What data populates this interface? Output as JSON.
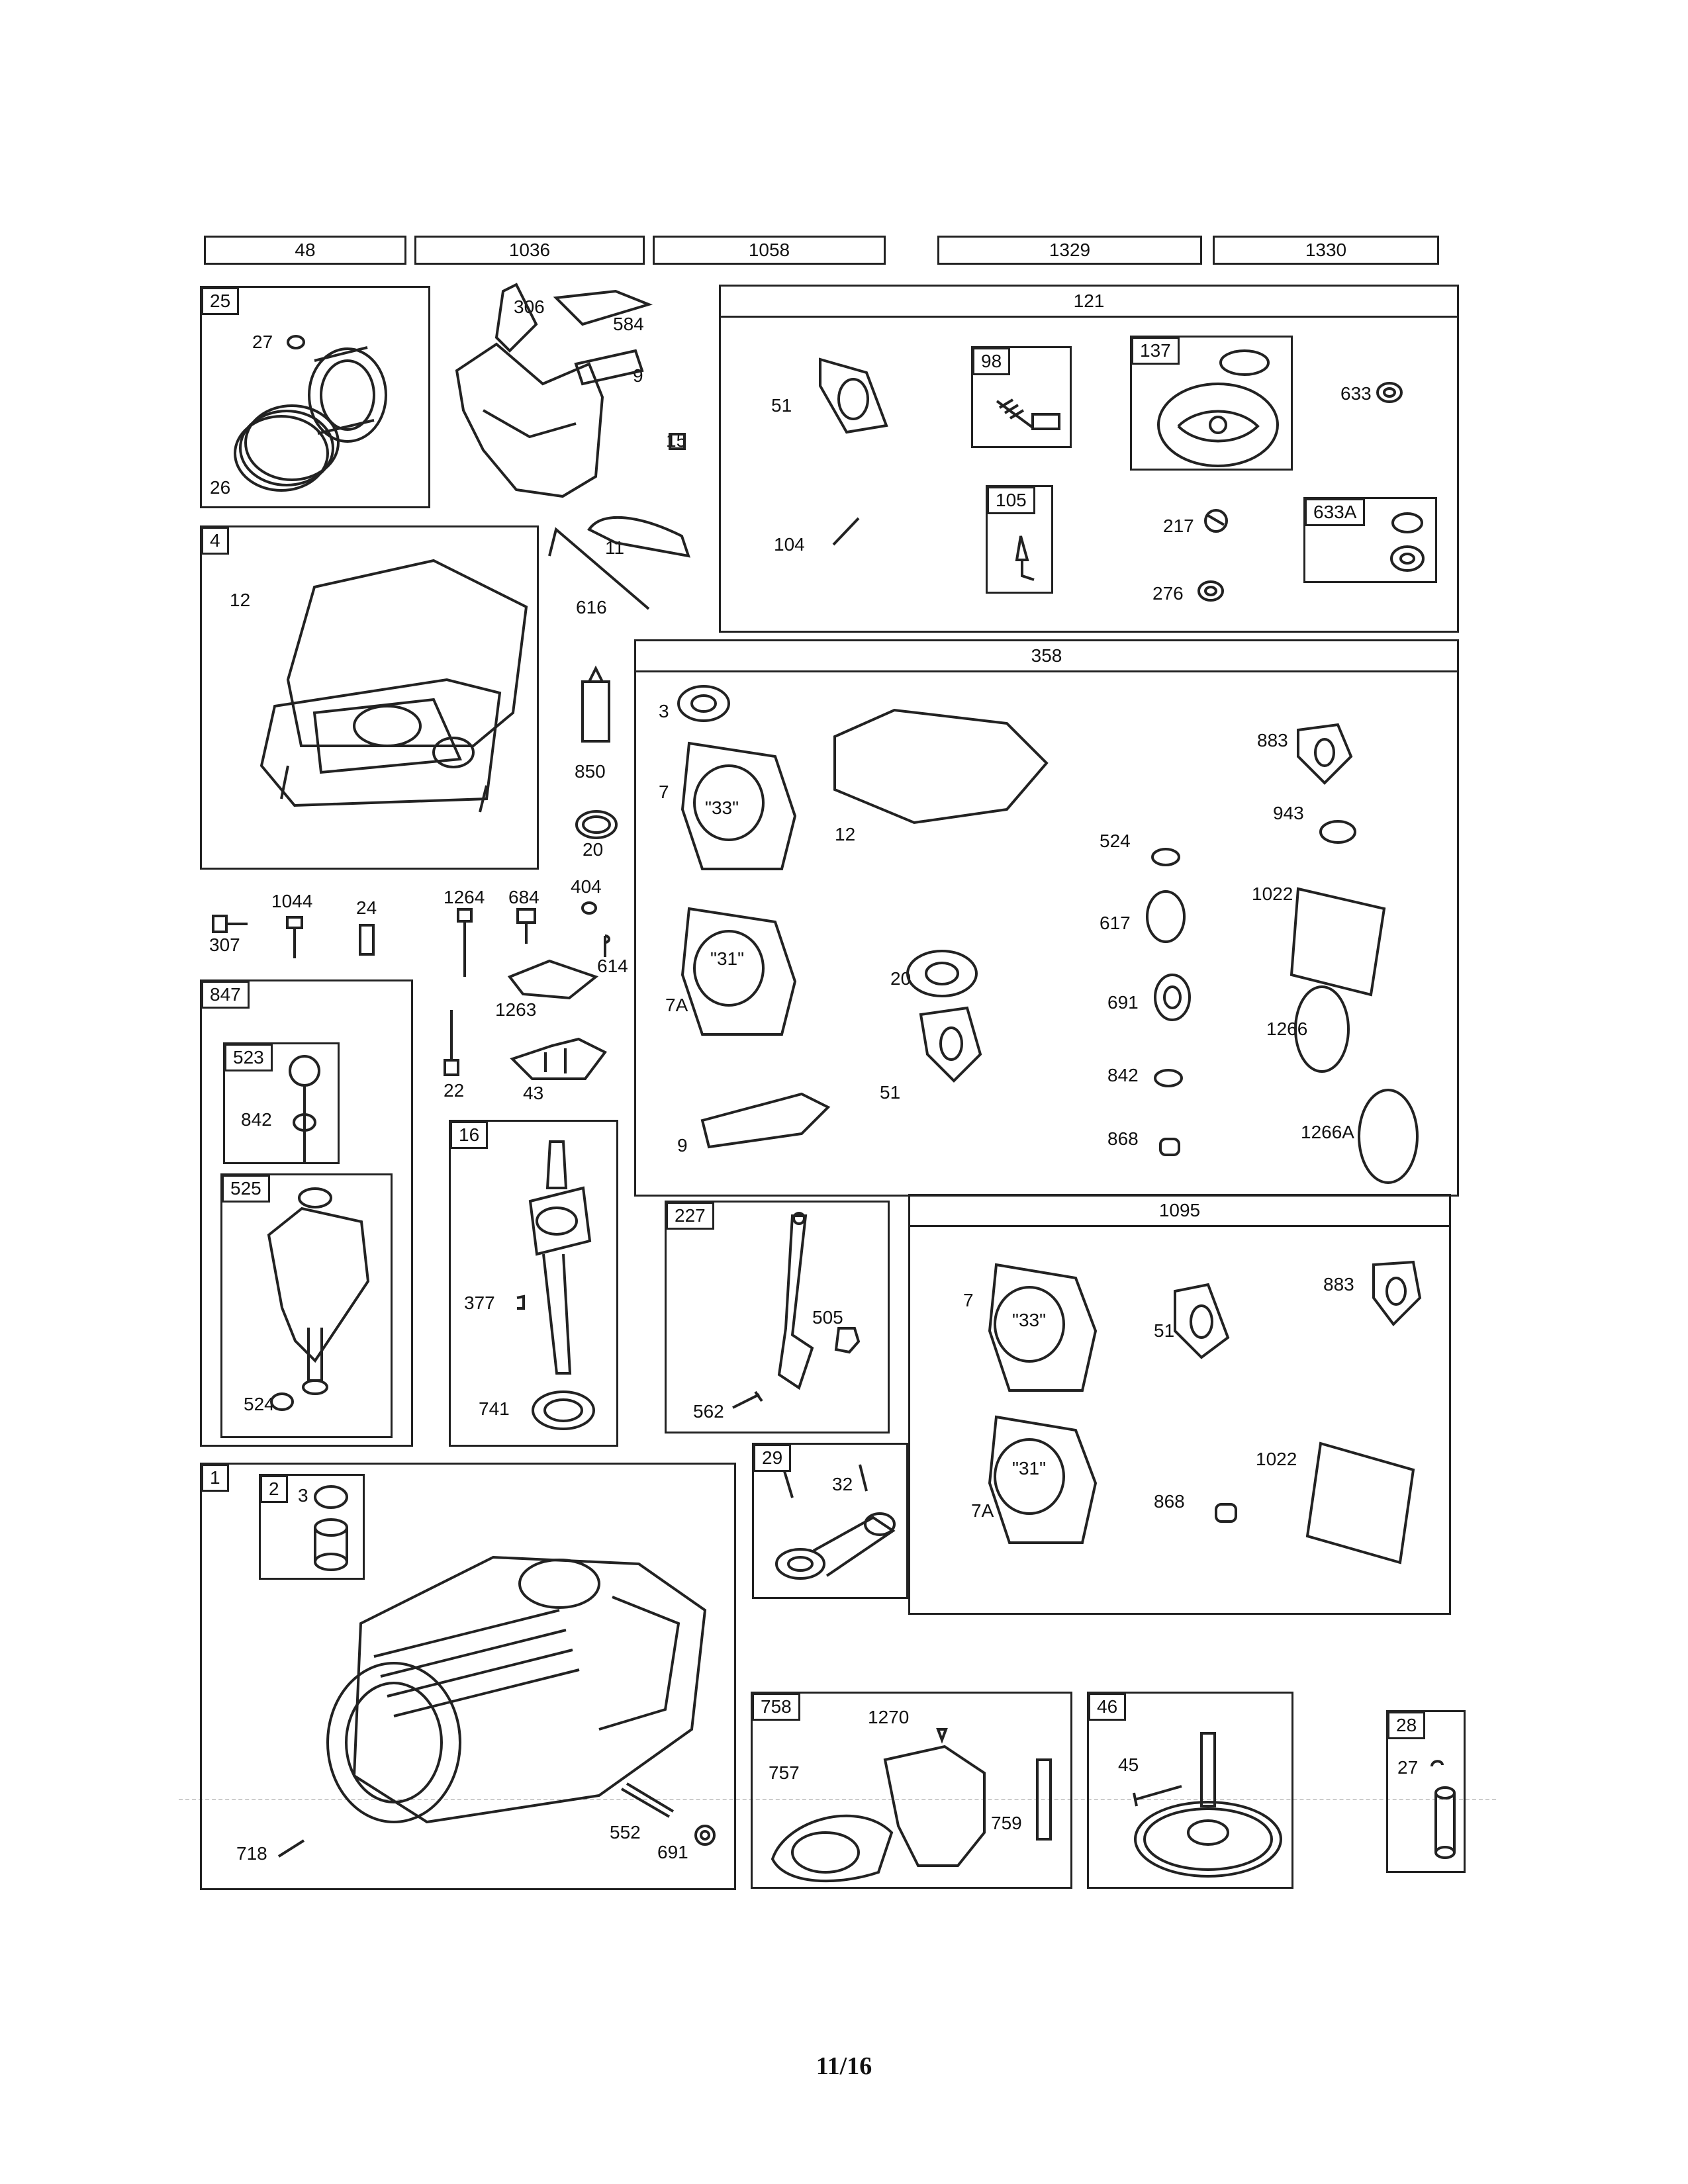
{
  "header_refs": [
    "48",
    "1036",
    "1058",
    "1329",
    "1330"
  ],
  "groups": {
    "g25": {
      "tag": "25",
      "labels": [
        "27",
        "26"
      ]
    },
    "g4": {
      "tag": "4",
      "labels": [
        "12"
      ]
    },
    "g121": {
      "title": "121",
      "labels": [
        "51",
        "104",
        "633",
        "217",
        "276"
      ],
      "sub": {
        "g98": {
          "tag": "98"
        },
        "g137": {
          "tag": "137"
        },
        "g105": {
          "tag": "105"
        },
        "g633a": {
          "tag": "633A"
        }
      }
    },
    "g358": {
      "title": "358",
      "labels": [
        "3",
        "7",
        "\"33\"",
        "12",
        "883",
        "943",
        "524",
        "617",
        "1022",
        "\"31\"",
        "7A",
        "20",
        "691",
        "1266",
        "51",
        "842",
        "9",
        "868",
        "1266A"
      ]
    },
    "g847": {
      "tag": "847",
      "sub": {
        "g523": {
          "tag": "523",
          "labels": [
            "842"
          ]
        },
        "g525": {
          "tag": "525",
          "labels": [
            "524"
          ]
        }
      }
    },
    "g16": {
      "tag": "16",
      "labels": [
        "377",
        "741"
      ]
    },
    "g227": {
      "tag": "227",
      "labels": [
        "505",
        "562"
      ]
    },
    "g1095": {
      "title": "1095",
      "labels": [
        "7",
        "\"33\"",
        "51",
        "883",
        "\"31\"",
        "7A",
        "868",
        "1022"
      ]
    },
    "g1": {
      "tag": "1",
      "labels": [
        "552",
        "691",
        "718"
      ],
      "sub": {
        "g2": {
          "tag": "2",
          "labels": [
            "3"
          ]
        }
      }
    },
    "g29": {
      "tag": "29",
      "labels": [
        "32"
      ]
    },
    "g758": {
      "tag": "758",
      "labels": [
        "1270",
        "757",
        "759"
      ]
    },
    "g46": {
      "tag": "46",
      "labels": [
        "45"
      ]
    },
    "g28": {
      "tag": "28",
      "labels": [
        "27"
      ]
    }
  },
  "loose_labels": [
    "306",
    "584",
    "9",
    "15",
    "11",
    "616",
    "850",
    "20",
    "307",
    "1044",
    "24",
    "1264",
    "684",
    "404",
    "614",
    "1263",
    "22",
    "43"
  ],
  "page_number": "11/16"
}
